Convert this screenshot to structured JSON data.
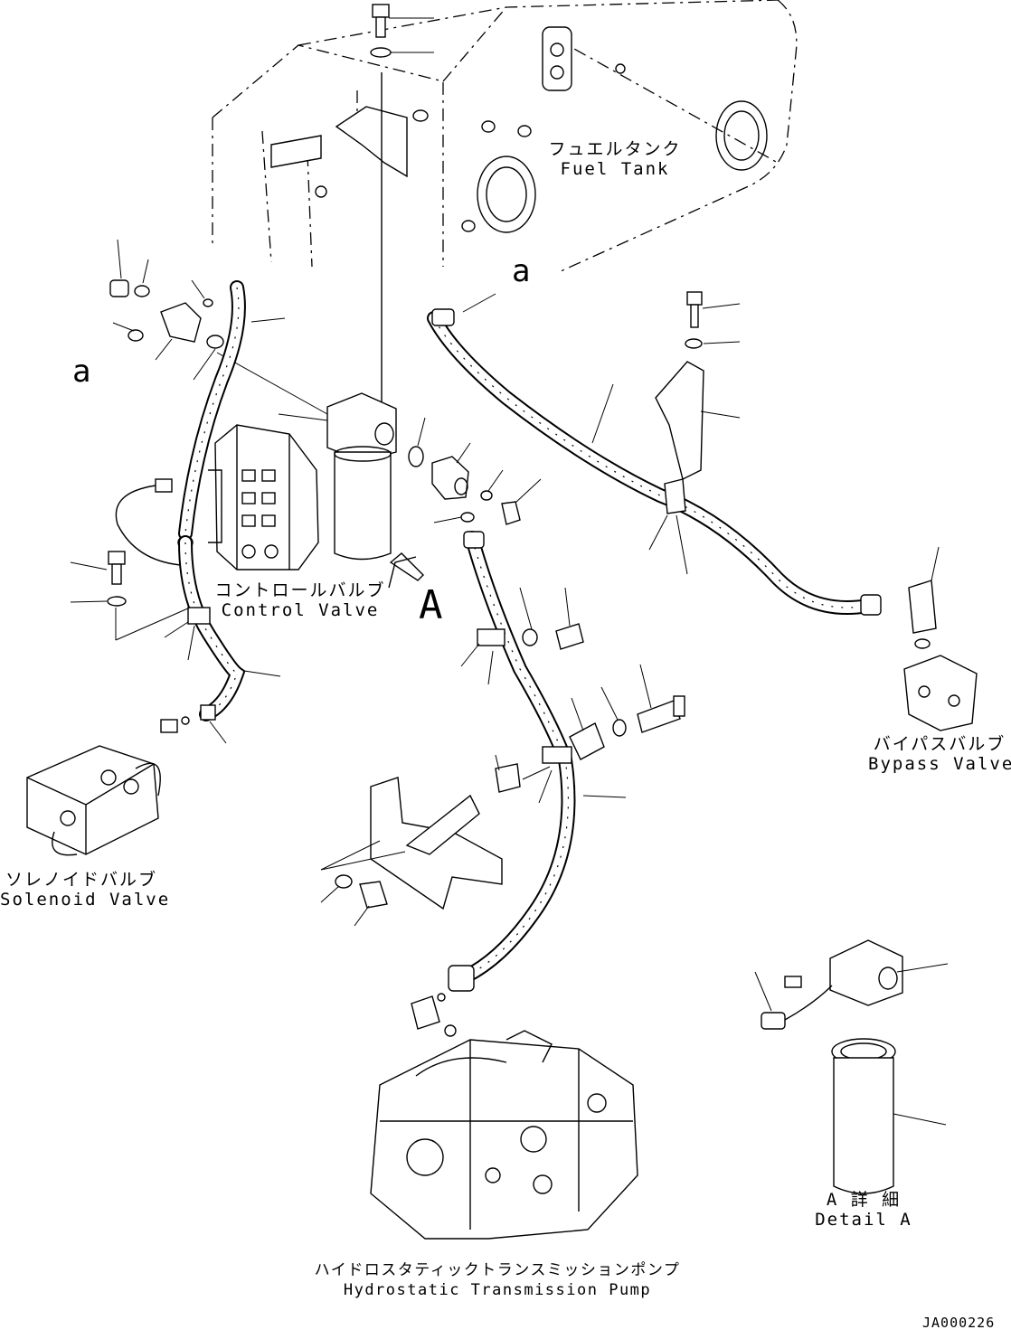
{
  "labels": {
    "fuel_tank_jp": "フュエルタンク",
    "fuel_tank_en": "Fuel Tank",
    "control_valve_jp": "コントロールバルブ",
    "control_valve_en": "Control Valve",
    "bypass_valve_jp": "バイパスバルブ",
    "bypass_valve_en": "Bypass Valve",
    "solenoid_valve_jp": "ソレノイドバルブ",
    "solenoid_valve_en": "Solenoid Valve",
    "pump_jp": "ハイドロスタティックトランスミッションポンプ",
    "pump_en": "Hydrostatic Transmission Pump",
    "detail_jp": "A 詳 細",
    "detail_en": "Detail A"
  },
  "refs": {
    "view_a_lower": "a",
    "view_a_big": "A"
  },
  "drawing_code": "JA000226"
}
